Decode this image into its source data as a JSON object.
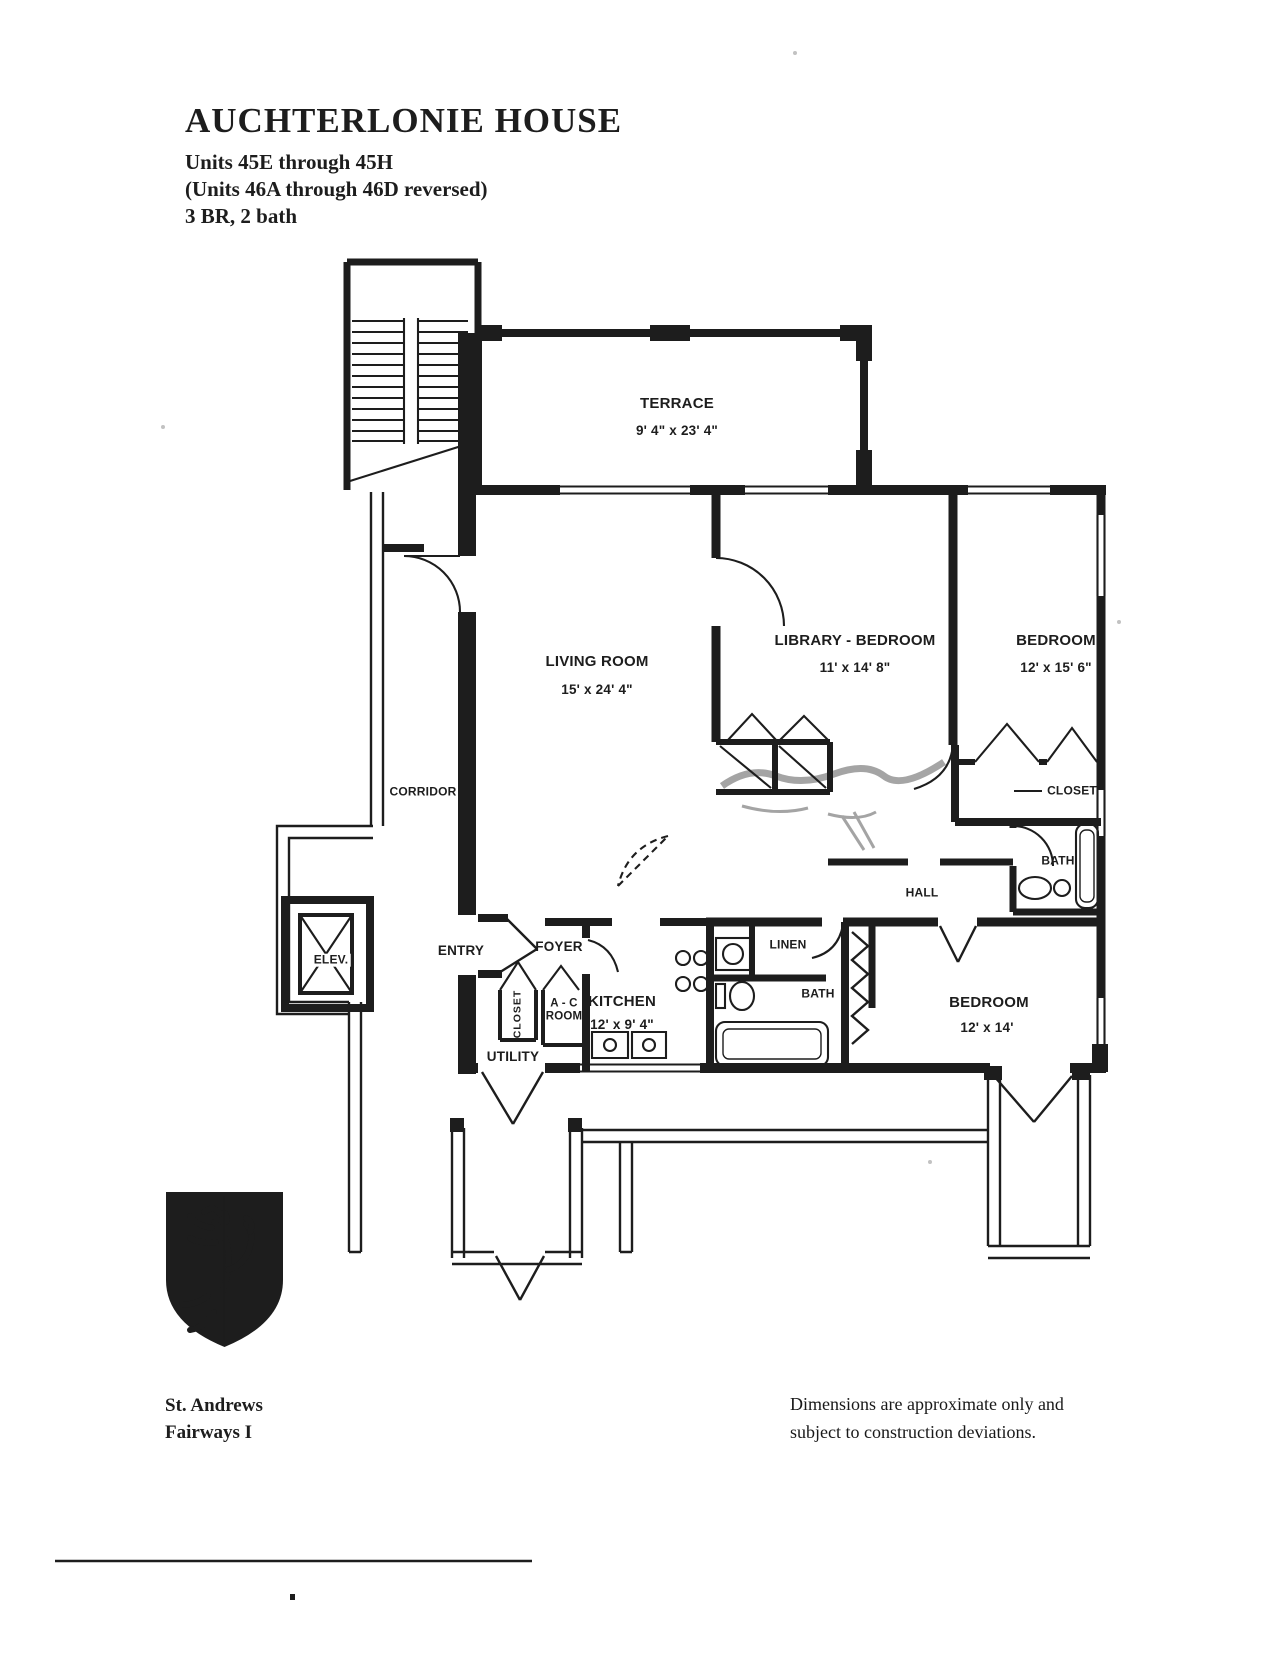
{
  "header": {
    "title": "AUCHTERLONIE HOUSE",
    "subtitle1": "Units 45E through 45H",
    "subtitle2": "(Units 46A through 46D reversed)",
    "subtitle3": "3 BR, 2 bath"
  },
  "rooms": {
    "terrace": {
      "name": "TERRACE",
      "dims": "9' 4\" x 23' 4\""
    },
    "living_room": {
      "name": "LIVING ROOM",
      "dims": "15' x 24' 4\""
    },
    "library_bedroom": {
      "name": "LIBRARY - BEDROOM",
      "dims": "11' x 14' 8\""
    },
    "bedroom_upper": {
      "name": "BEDROOM",
      "dims": "12' x 15' 6\""
    },
    "bedroom_lower": {
      "name": "BEDROOM",
      "dims": "12' x 14'"
    },
    "kitchen": {
      "name": "KITCHEN",
      "dims": "12' x 9' 4\""
    },
    "corridor": {
      "name": "CORRIDOR"
    },
    "closet_bedroom": {
      "name": "CLOSET"
    },
    "bath_upper": {
      "name": "BATH"
    },
    "hall": {
      "name": "HALL"
    },
    "elevator": {
      "name": "ELEV."
    },
    "entry": {
      "name": "ENTRY"
    },
    "foyer": {
      "name": "FOYER"
    },
    "closet_foyer": {
      "name": "CLOSET"
    },
    "ac_room": {
      "line1": "A - C",
      "line2": "ROOM"
    },
    "linen": {
      "name": "LINEN"
    },
    "bath_main": {
      "name": "BATH"
    },
    "utility": {
      "name": "UTILITY"
    }
  },
  "footer": {
    "logo_line1": "St. Andrews",
    "logo_line2": "Fairways I",
    "logo_icon": "shield-rampant-lion-crest",
    "disclaimer_line1": "Dimensions are approximate only and",
    "disclaimer_line2": "subject to construction deviations."
  },
  "colors": {
    "ink": "#1d1d1d",
    "paper": "#ffffff",
    "smudge": "#909090"
  }
}
